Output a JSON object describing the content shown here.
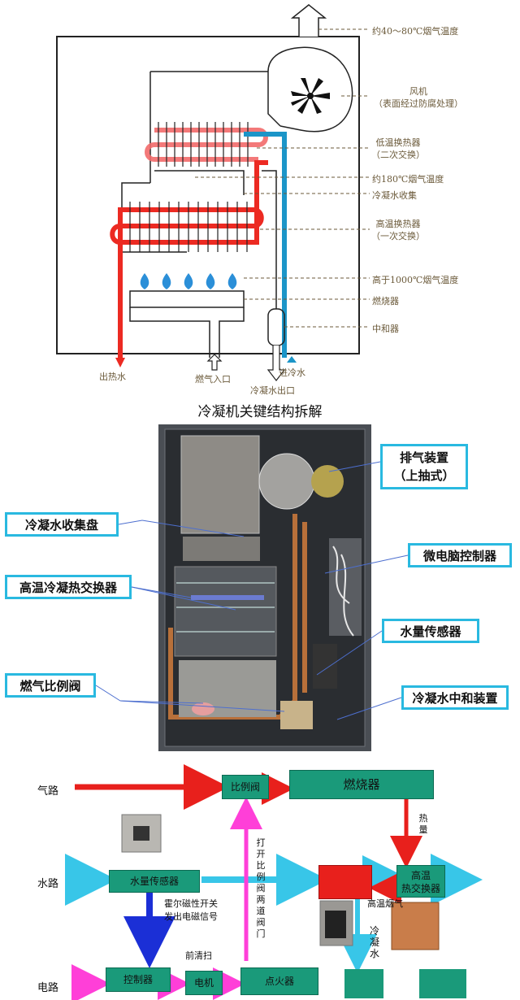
{
  "top_diagram": {
    "labels": {
      "flue_temp": "约40～80℃烟气温度",
      "fan": "风机",
      "fan_note": "（表面经过防腐处理）",
      "low_temp_hx": "低温换热器",
      "low_temp_hx_note": "（二次交换）",
      "temp_180": "约180℃烟气温度",
      "condensate_collect": "冷凝水收集",
      "high_temp_hx": "高温换热器",
      "high_temp_hx_note": "（一次交换）",
      "temp_1000": "高于1000℃烟气温度",
      "burner": "燃烧器",
      "neutralizer": "中和器",
      "hot_water_out": "出热水",
      "gas_in": "燃气入口",
      "cold_water_in": "进冷水",
      "condensate_out": "冷凝水出口"
    }
  },
  "photo_section": {
    "title": "冷凝机关键结构拆解",
    "callouts": {
      "exhaust": "排气装置",
      "exhaust_sub": "（上抽式）",
      "collect_tray": "冷凝水收集盘",
      "controller": "微电脑控制器",
      "high_temp_hx": "高温冷凝热交换器",
      "water_sensor": "水量传感器",
      "gas_valve": "燃气比例阀",
      "neutralizer": "冷凝水中和装置"
    }
  },
  "flow_diagram": {
    "rows": {
      "gas": "气路",
      "water": "水路",
      "electric": "电路"
    },
    "boxes": {
      "prop_valve": "比例阀",
      "burner": "燃烧器",
      "water_sensor": "水量传感器",
      "hx_high": "高温",
      "hx_high2": "热交换器",
      "controller": "控制器",
      "motor": "电机",
      "igniter": "点火器"
    },
    "notes": {
      "heat": "热量",
      "open_valve": "打开比例阀两道阀门",
      "hall": "霍尔磁性开关发出电磁信号",
      "prepurge": "前清扫",
      "hot_flue": "高温烟气",
      "condensate": "冷凝水"
    },
    "colors": {
      "gas": "#e8201c",
      "water": "#38c6e8",
      "electric": "#ff3fd8",
      "control": "#1b2fd6",
      "box": "#1a9a7a"
    }
  }
}
